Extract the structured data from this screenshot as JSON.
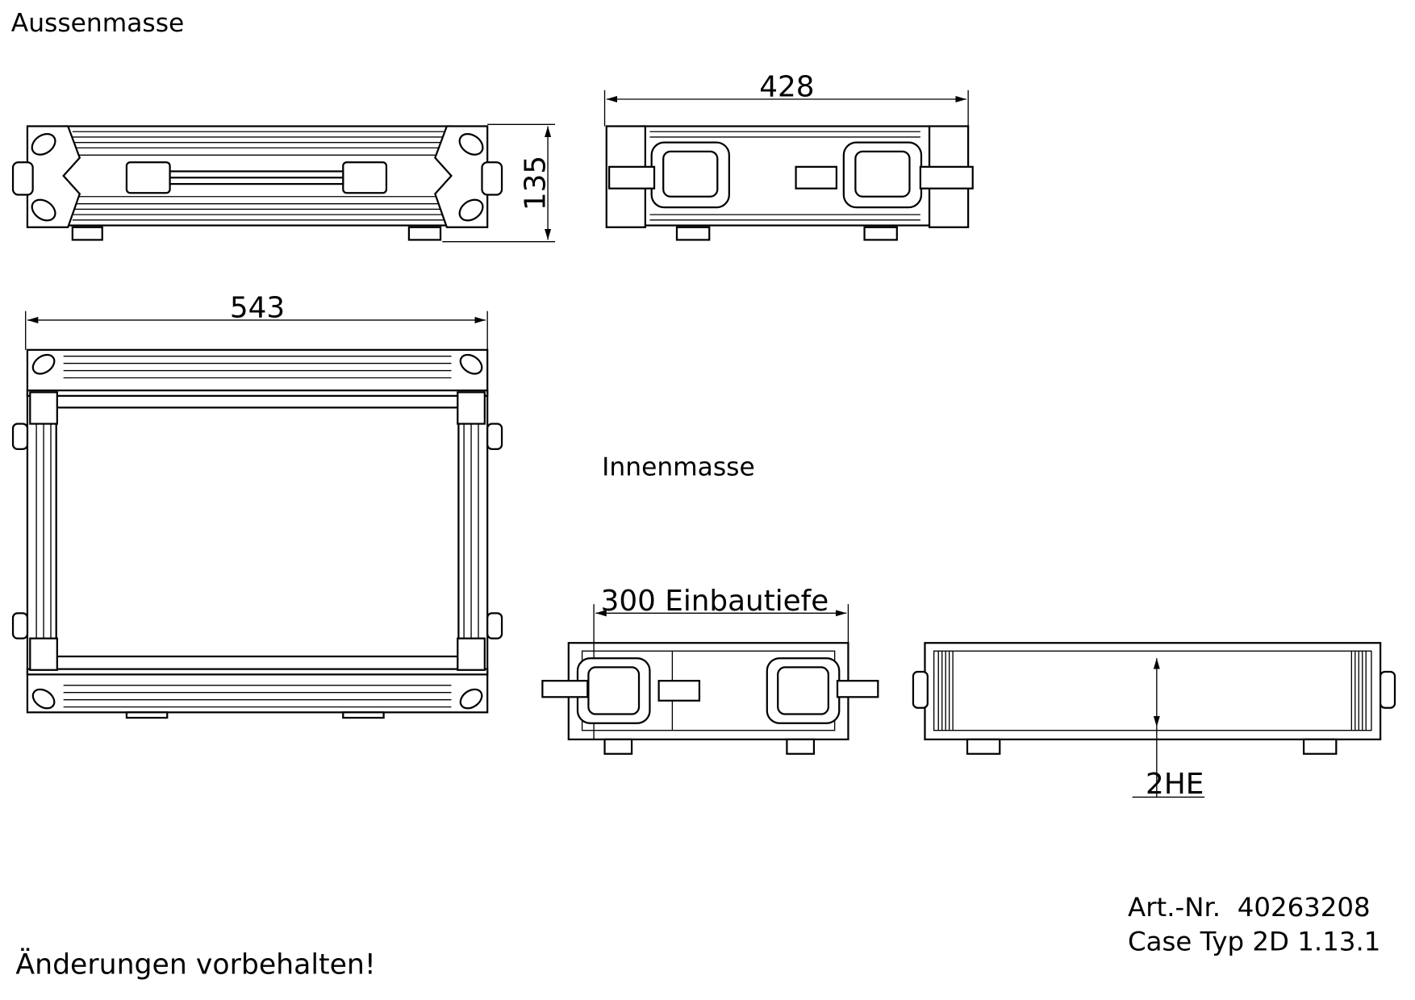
{
  "labels": {
    "outer_dimensions": "Aussenmasse",
    "inner_dimensions": "Innenmasse",
    "disclaimer": "Änderungen vorbehalten!"
  },
  "dimensions": {
    "outer_height": "135",
    "outer_width": "428",
    "outer_depth": "543",
    "mount_depth": "300 Einbautiefe",
    "rack_units": "2HE"
  },
  "title_block": {
    "article_number": "Art.-Nr.  40263208",
    "case_type": "Case Typ 2D 1.13.1"
  }
}
